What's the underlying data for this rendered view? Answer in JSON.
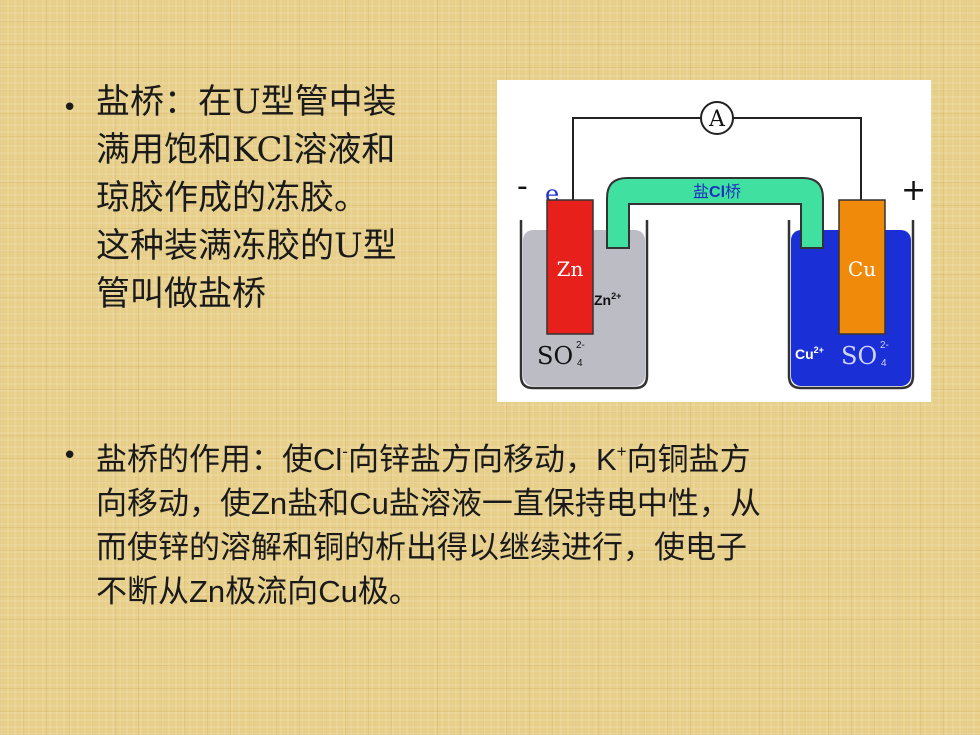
{
  "paragraph1": {
    "line1": "盐桥：在U型管中装",
    "line2": "满用饱和KCl溶液和",
    "line3": "琼胶作成的冻胶。",
    "line4": "这种装满冻胶的U型",
    "line5": "管叫做盐桥"
  },
  "paragraph2": {
    "l1a": "盐桥的作用：使",
    "cl": "Cl",
    "cl_sup": "-",
    "l1b": "向锌盐方向移动，",
    "k": "K",
    "k_sup": "+",
    "l1c": "向铜盐方",
    "l2a": "向移动，使",
    "zn": "Zn",
    "l2b": "盐和",
    "cu": "Cu",
    "l2c": "盐溶液一直保持电中性，从",
    "l3": "而使锌的溶解和铜的析出得以继续进行，使电子",
    "l4a": "不断从",
    "zn2": "Zn",
    "l4b": "极流向",
    "cu2": "Cu",
    "l4c": "极。"
  },
  "figure": {
    "ammeter": "A",
    "minus": "-",
    "plus": "+",
    "electron": "e",
    "salt_bridge_a": "盐",
    "salt_bridge_b": "Cl",
    "salt_bridge_c": "桥",
    "zn_electrode": "Zn",
    "zn_ion": "Zn",
    "zn_ion_charge": "2+",
    "left_anion": "SO",
    "left_anion_sub": "4",
    "left_anion_charge": "2-",
    "cu_electrode": "Cu",
    "cu_ion": "Cu",
    "cu_ion_charge": "2+",
    "right_anion": "SO",
    "right_anion_sub": "4",
    "right_anion_charge": "2-",
    "colors": {
      "zinc": "#e8201c",
      "copper": "#f08a0a",
      "bridge": "#3fe0a0",
      "left_solution": "#bcbcc4",
      "right_solution": "#1a2fd6"
    }
  }
}
